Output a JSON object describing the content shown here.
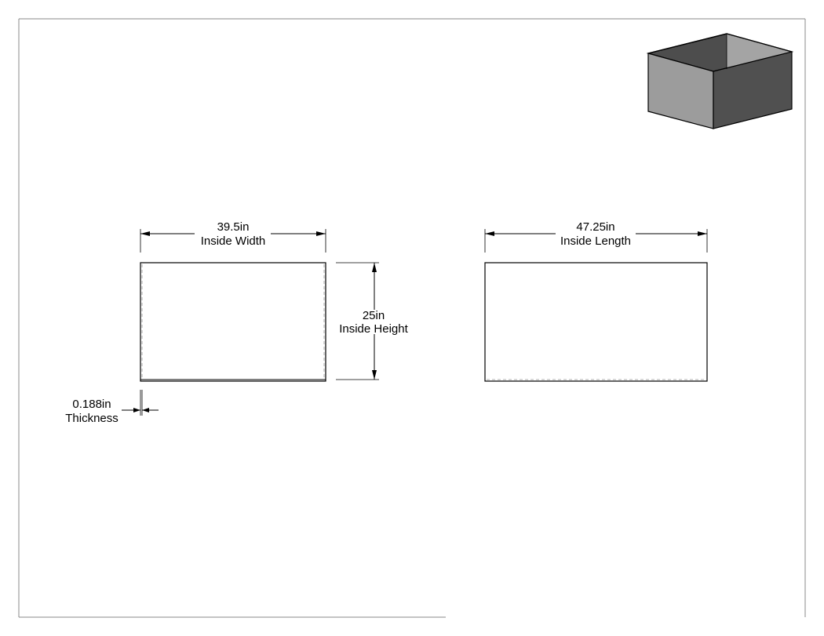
{
  "drawing": {
    "views": {
      "front": {
        "width_dimension": {
          "value": "39.5in",
          "label": "Inside Width"
        },
        "height_dimension": {
          "value": "25in",
          "label": "Inside Height"
        },
        "thickness_dimension": {
          "value": "0.188in",
          "label": "Thickness"
        }
      },
      "side": {
        "length_dimension": {
          "value": "47.25in",
          "label": "Inside Length"
        }
      }
    },
    "isometric": {
      "top_face_color": "#4d4d4d",
      "front_face_color": "#9c9c9c",
      "side_face_color": "#505050",
      "inner_wall_color": "#a4a4a4"
    },
    "border_color": "#888888"
  }
}
